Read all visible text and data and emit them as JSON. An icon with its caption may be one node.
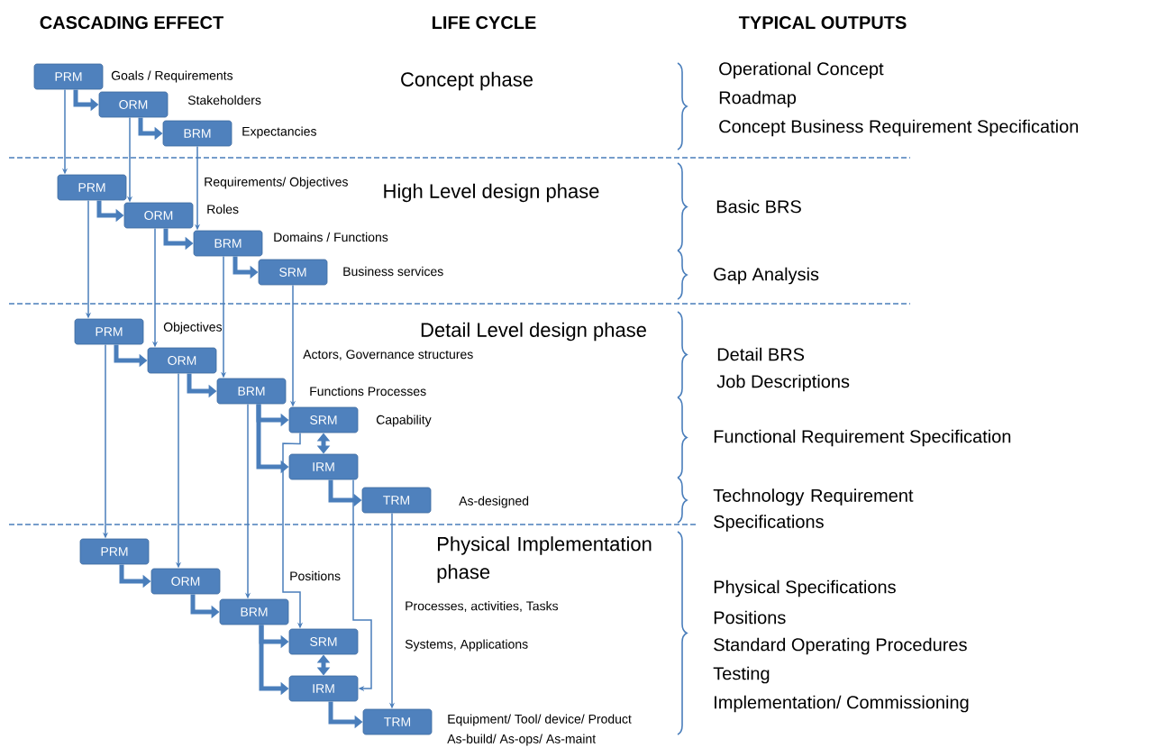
{
  "diagram": {
    "nodes": [
      {
        "text": [
          "PRM"
        ],
        "beside": [
          "Goals / Requirements"
        ]
      },
      {
        "text": [
          "ORM"
        ],
        "beside": [
          "Stakeholders"
        ]
      },
      {
        "text": [
          "BRM"
        ],
        "beside": [
          "Expectancies"
        ]
      },
      {
        "text": [
          "PRM"
        ]
      },
      {
        "text": [
          "ORM"
        ],
        "beside": [
          "Roles"
        ]
      },
      {
        "text": [
          "BRM"
        ],
        "beside": [
          "Domains / Functions"
        ]
      },
      {
        "text": [
          "SRM"
        ],
        "beside": [
          "Business services"
        ]
      },
      {
        "text": [
          "PRM"
        ],
        "beside": [
          "Objectives"
        ]
      },
      {
        "text": [
          "ORM"
        ]
      },
      {
        "text": [
          "BRM"
        ]
      },
      {
        "text": [
          "SRM"
        ],
        "beside": [
          "Capability"
        ]
      },
      {
        "text": [
          "IRM"
        ]
      },
      {
        "text": [
          "TRM"
        ],
        "beside": [
          "As-designed"
        ]
      },
      {
        "text": [
          "PRM"
        ]
      },
      {
        "text": [
          "ORM"
        ]
      },
      {
        "text": [
          "BRM"
        ]
      },
      {
        "text": [
          "SRM"
        ],
        "beside": [
          "Systems, Applications"
        ]
      },
      {
        "text": [
          "IRM"
        ]
      },
      {
        "text": [
          "TRM"
        ],
        "beside": [
          "Equipment/ Tool/ device/ Product",
          "As-build/ As-ops/ As-maint"
        ]
      }
    ],
    "edges": [
      {
        "from": 0,
        "to": 1,
        "arrow": "to"
      },
      {
        "from": 1,
        "to": 2,
        "arrow": "to"
      },
      {
        "from": 3,
        "to": 4,
        "arrow": "to"
      },
      {
        "from": 4,
        "to": 5,
        "arrow": "to"
      },
      {
        "from": 5,
        "to": 6,
        "arrow": "to"
      },
      {
        "from": 7,
        "to": 8,
        "arrow": "to"
      },
      {
        "from": 8,
        "to": 9,
        "arrow": "to"
      },
      {
        "from": 9,
        "to": 10,
        "arrow": "to"
      },
      {
        "from": 9,
        "to": 11,
        "arrow": "to"
      },
      {
        "from": 10,
        "to": 11,
        "arrow": "both"
      },
      {
        "from": 11,
        "to": 12,
        "arrow": "to"
      },
      {
        "from": 13,
        "to": 14,
        "arrow": "to"
      },
      {
        "from": 14,
        "to": 15,
        "arrow": "to"
      },
      {
        "from": 15,
        "to": 16,
        "arrow": "to"
      },
      {
        "from": 15,
        "to": 17,
        "arrow": "to"
      },
      {
        "from": 16,
        "to": 17,
        "arrow": "both"
      },
      {
        "from": 17,
        "to": 18,
        "arrow": "to"
      },
      {
        "from": 0,
        "to": 3,
        "arrow": "to"
      },
      {
        "from": 1,
        "to": 4,
        "arrow": "to"
      },
      {
        "from": 2,
        "to": 5,
        "arrow": "to"
      },
      {
        "from": 3,
        "to": 7,
        "arrow": "to"
      },
      {
        "from": 4,
        "to": 8,
        "arrow": "to"
      },
      {
        "from": 5,
        "to": 9,
        "arrow": "to"
      },
      {
        "from": 6,
        "to": 10,
        "arrow": "to"
      },
      {
        "from": 7,
        "to": 13,
        "arrow": "to"
      },
      {
        "from": 8,
        "to": 14,
        "arrow": "to"
      },
      {
        "from": 9,
        "to": 15,
        "arrow": "to"
      },
      {
        "from": 10,
        "to": 16,
        "arrow": "to"
      },
      {
        "from": 11,
        "to": 17,
        "arrow": "to"
      },
      {
        "from": 12,
        "to": 18,
        "arrow": "to"
      }
    ],
    "labels": [
      "CASCADING EFFECT",
      "LIFE CYCLE",
      "TYPICAL OUTPUTS",
      "Concept phase",
      "Operational Concept",
      "Roadmap",
      "Concept Business Requirement Specification",
      "Requirements/ Objectives",
      "High Level design phase",
      "Basic BRS",
      "Gap Analysis",
      "Detail Level design phase",
      "Actors, Governance structures",
      "Detail BRS",
      "Job Descriptions",
      "Functions Processes",
      "Functional Requirement Specification",
      "Technology Requirement Specifications",
      "Physical Implementation phase",
      "Positions",
      "Physical Specifications",
      "Processes, activities, Tasks",
      "Positions",
      "Standard Operating Procedures",
      "Testing",
      "Implementation/ Commissioning"
    ]
  }
}
